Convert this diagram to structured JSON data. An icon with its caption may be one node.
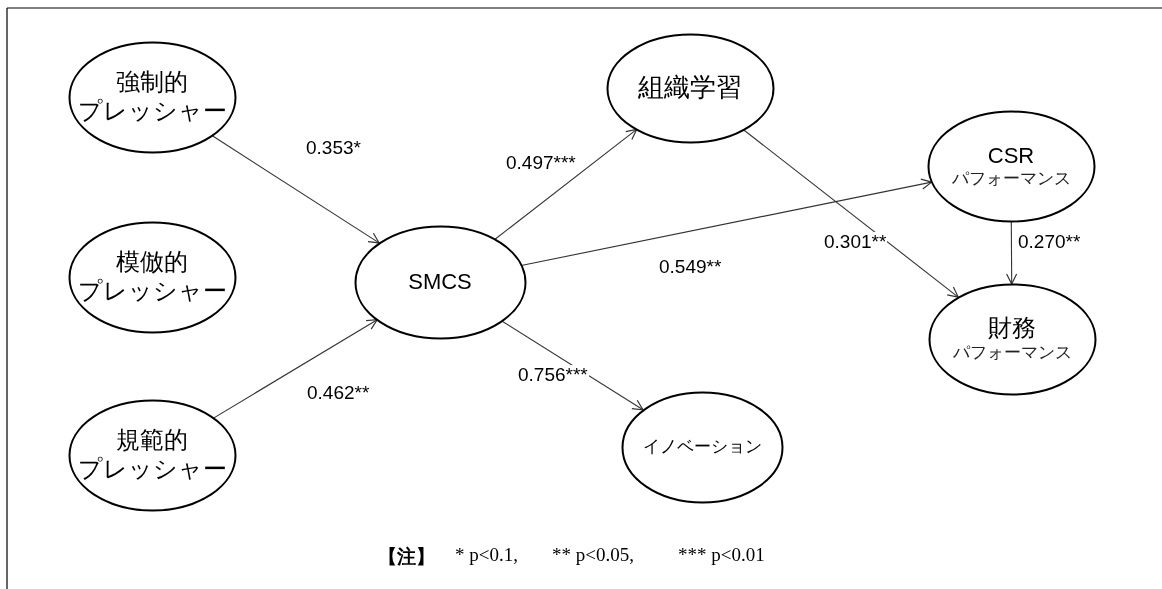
{
  "diagram": {
    "nodes": [
      {
        "text": [
          "強制的",
          "プレッシャー"
        ]
      },
      {
        "text": [
          "模倣的",
          "プレッシャー"
        ]
      },
      {
        "text": [
          "規範的",
          "プレッシャー"
        ]
      },
      {
        "text": [
          "SMCS"
        ]
      },
      {
        "text": [
          "組織学習"
        ]
      },
      {
        "text": [
          "CSR",
          "パフォーマンス"
        ]
      },
      {
        "text": [
          "財務",
          "パフォーマンス"
        ]
      },
      {
        "text": [
          "イノベーション"
        ]
      }
    ],
    "edges": [
      {
        "from": 0,
        "to": 3,
        "arrow": "to",
        "label": "0.353*"
      },
      {
        "from": 2,
        "to": 3,
        "arrow": "to",
        "label": "0.462**"
      },
      {
        "from": 3,
        "to": 4,
        "arrow": "to",
        "label": "0.497***"
      },
      {
        "from": 3,
        "to": 5,
        "arrow": "to",
        "label": "0.549**"
      },
      {
        "from": 3,
        "to": 7,
        "arrow": "to",
        "label": "0.756***"
      },
      {
        "from": 4,
        "to": 6,
        "arrow": "to",
        "label": "0.301**"
      },
      {
        "from": 5,
        "to": 6,
        "arrow": "to",
        "label": "0.270**"
      }
    ],
    "labels": [
      "【注】",
      "* p<0.1,",
      "** p<0.05,",
      "*** p<0.01"
    ]
  }
}
